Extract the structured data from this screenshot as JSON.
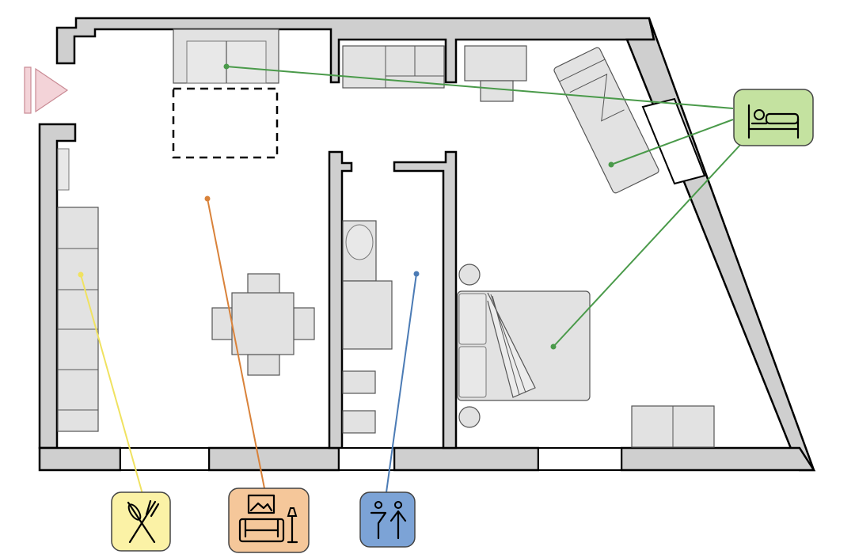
{
  "plan": {
    "rooms": [
      {
        "id": "kitchen",
        "icon": "cutlery-icon",
        "color": "#f0e260",
        "badge_color": "#fbf2a6"
      },
      {
        "id": "living",
        "icon": "living-room-icon",
        "color": "#d9823a",
        "badge_color": "#f5c79a"
      },
      {
        "id": "bathroom",
        "icon": "restroom-icon",
        "color": "#4b7bb5",
        "badge_color": "#7ca3d6"
      },
      {
        "id": "bedroom",
        "icon": "bed-icon",
        "color": "#4a9a4a",
        "badge_color": "#c4e2a0"
      }
    ],
    "colors": {
      "wall": "#cfcfcf",
      "furniture": "#e2e2e2",
      "entrance_arrow": "#f3d3d8"
    }
  }
}
